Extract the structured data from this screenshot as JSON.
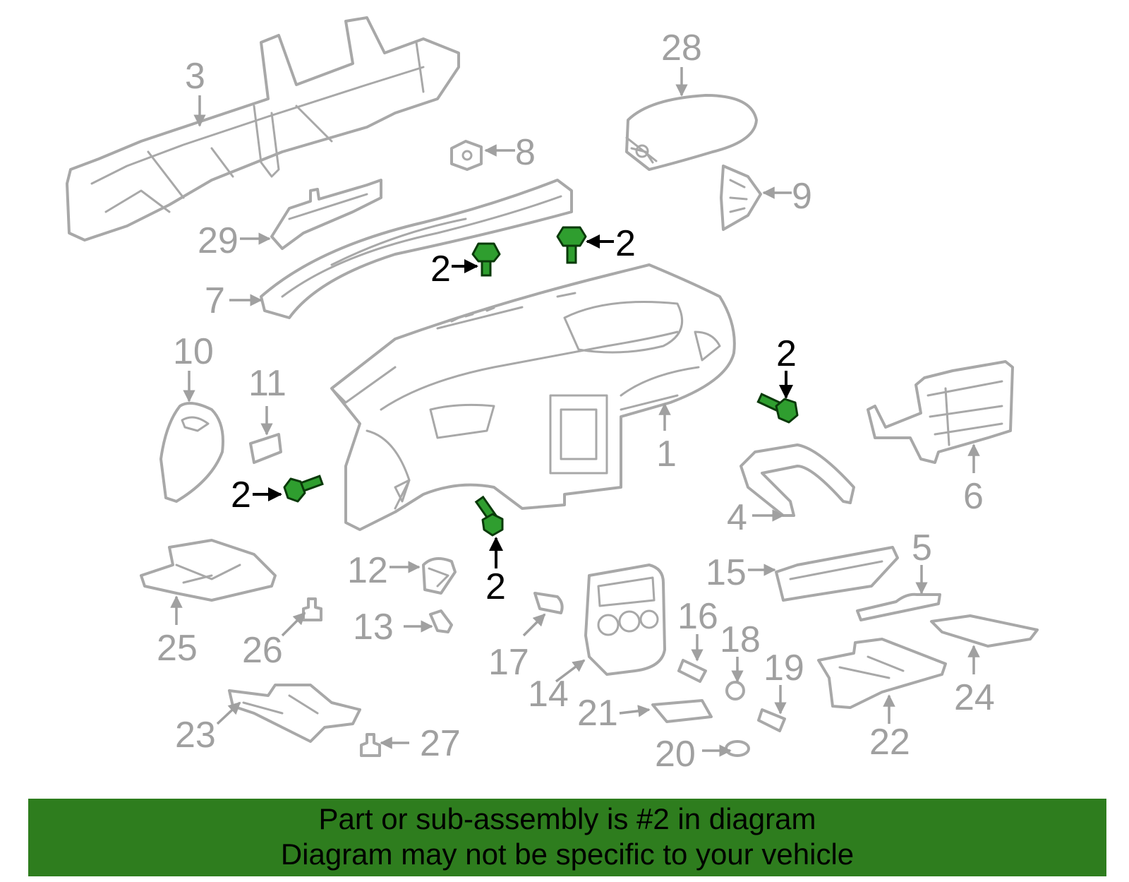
{
  "colors": {
    "part_outline": "#a8a8a8",
    "highlight_part": "#2f9e2f",
    "banner_bg": "#2e7d1e",
    "banner_text": "#000000"
  },
  "callouts": {
    "c1": "1",
    "c3": "3",
    "c4": "4",
    "c5": "5",
    "c6": "6",
    "c7": "7",
    "c8": "8",
    "c9": "9",
    "c10": "10",
    "c11": "11",
    "c12": "12",
    "c13": "13",
    "c14": "14",
    "c15": "15",
    "c16": "16",
    "c17": "17",
    "c18": "18",
    "c19": "19",
    "c20": "20",
    "c21": "21",
    "c22": "22",
    "c23": "23",
    "c24": "24",
    "c25": "25",
    "c26": "26",
    "c27": "27",
    "c28": "28",
    "c29": "29"
  },
  "highlight": {
    "label": "2"
  },
  "banner": {
    "line1": "Part or sub-assembly is #2 in diagram",
    "line2": "Diagram may not be specific to your vehicle"
  }
}
